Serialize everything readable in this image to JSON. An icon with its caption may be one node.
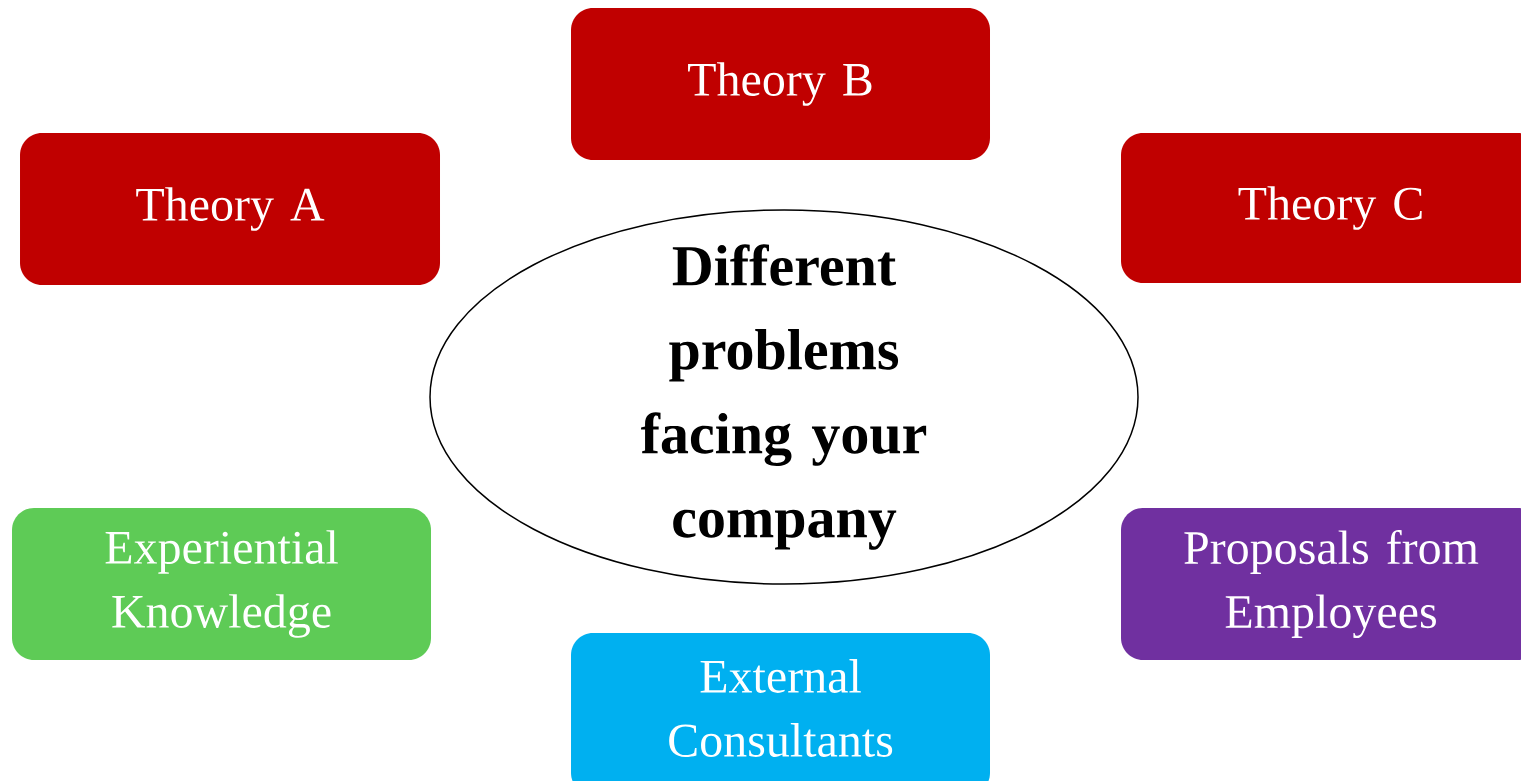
{
  "diagram": {
    "nodes": [
      {
        "text": [
          "Theory B"
        ]
      },
      {
        "text": [
          "Theory A"
        ]
      },
      {
        "text": [
          "Theory C"
        ]
      },
      {
        "text": [
          "Different problems facing your company"
        ]
      },
      {
        "text": [
          "Experiential Knowledge"
        ]
      },
      {
        "text": [
          "Proposals from Employees"
        ]
      },
      {
        "text": [
          "External Consultants"
        ]
      }
    ]
  }
}
